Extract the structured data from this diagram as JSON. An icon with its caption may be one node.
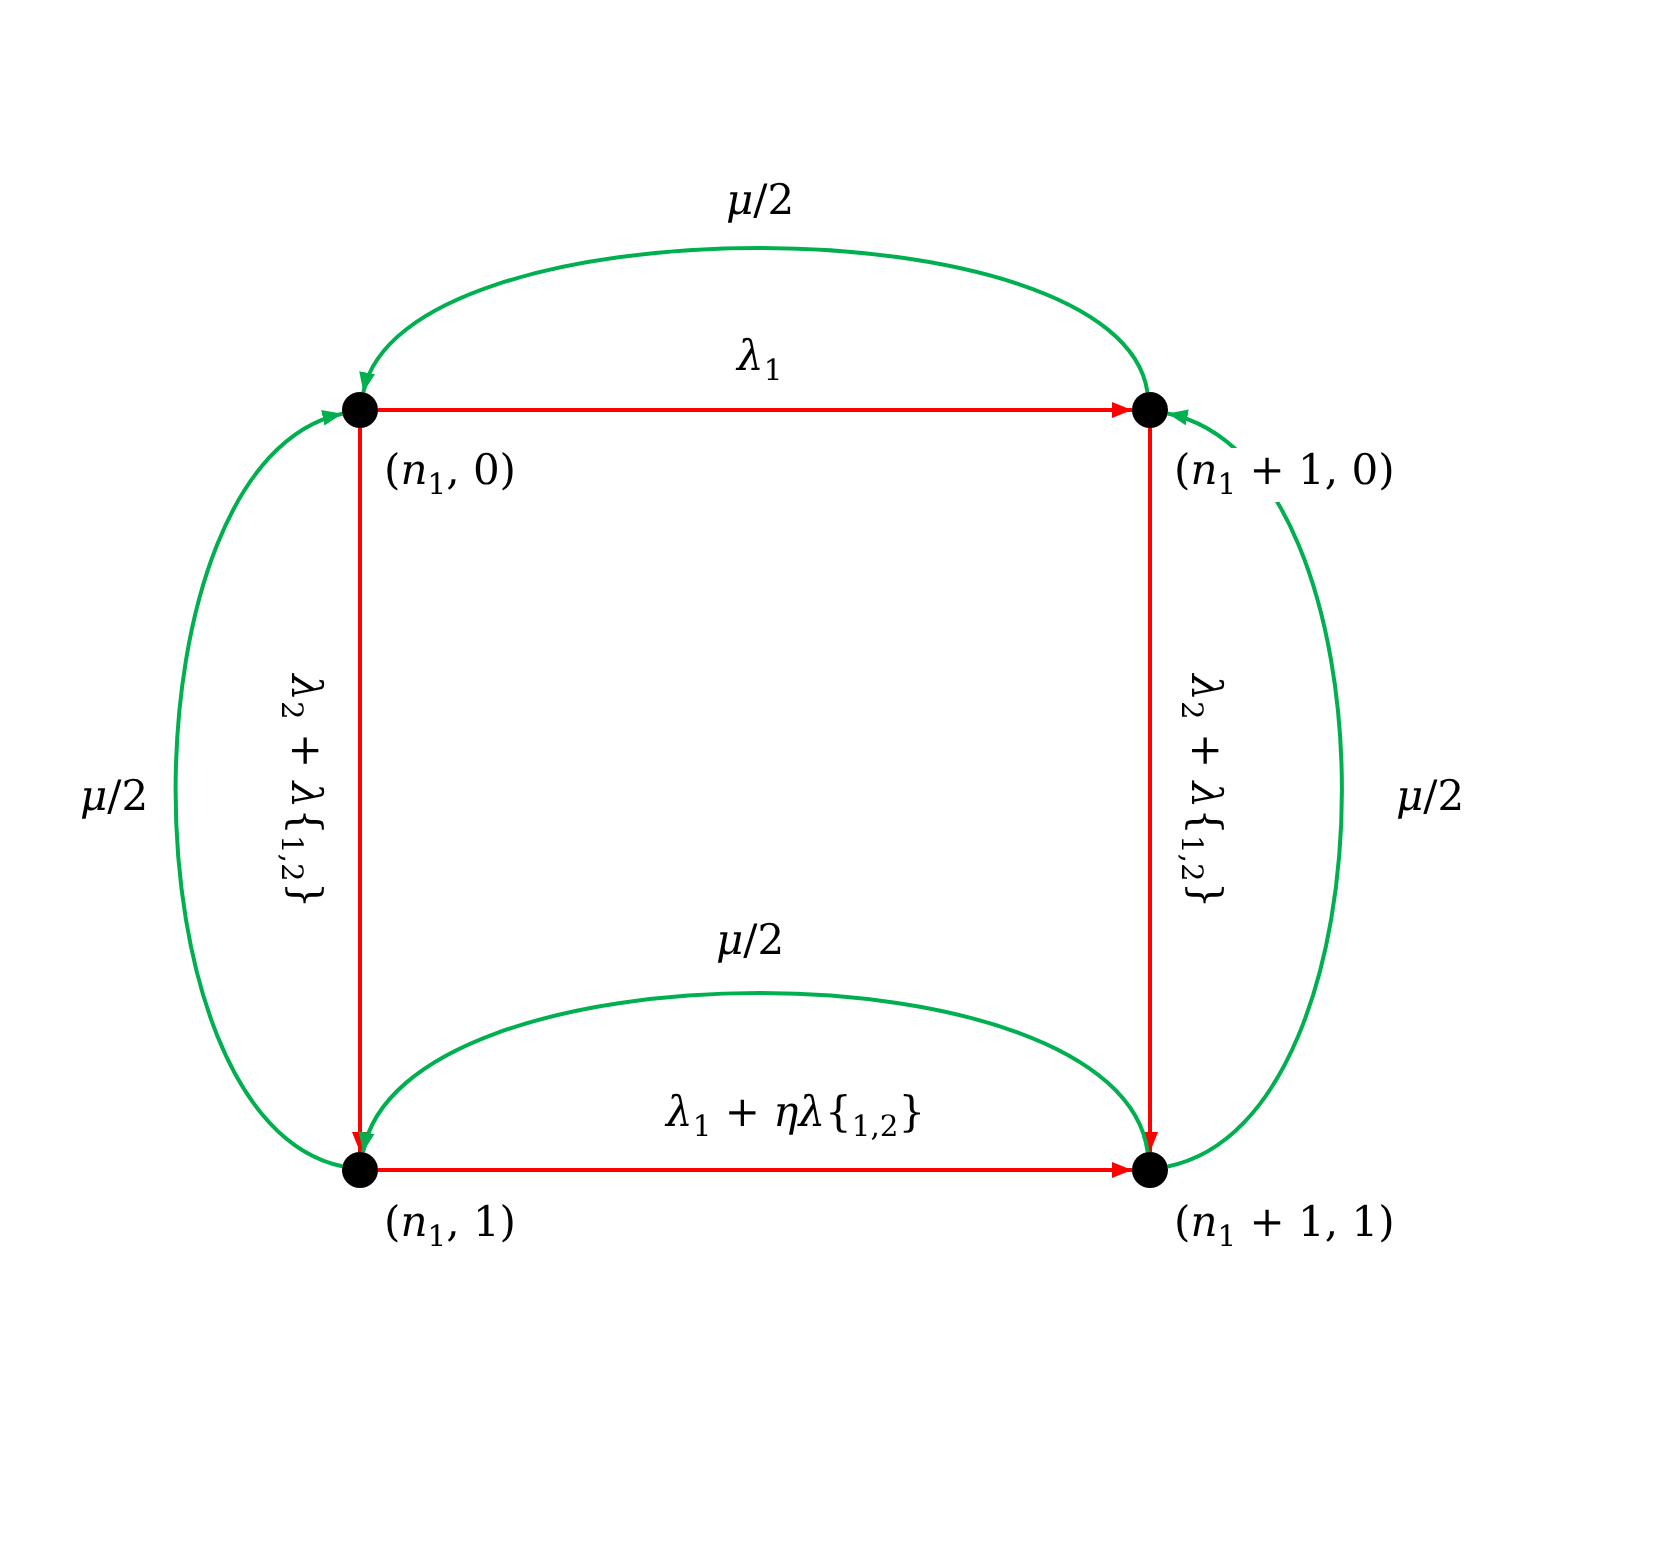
{
  "diagram": {
    "nodes": [
      {
        "text": [],
        "shape": "circle",
        "beside": [
          "(*n*$_{1}$, 0)"
        ]
      },
      {
        "text": [],
        "shape": "circle",
        "beside": [
          "(*n*$_{1}$ + 1, 0)"
        ]
      },
      {
        "text": [],
        "shape": "circle",
        "beside": [
          "(*n*$_{1}$, 1)"
        ]
      },
      {
        "text": [],
        "shape": "circle",
        "beside": [
          "(*n*$_{1}$ + 1, 1)"
        ]
      }
    ],
    "edges": [
      {
        "from": 0,
        "to": 1,
        "arrow": "to",
        "label": "*λ*$_{1}$",
        "color": "#ff0000"
      },
      {
        "from": 0,
        "to": 2,
        "arrow": "to",
        "label": "*λ*$_{2}$ + *λ*{$_{1,2}$}",
        "color": "#ff0000"
      },
      {
        "from": 1,
        "to": 3,
        "arrow": "to",
        "label": "*λ*$_{2}$ + *λ*{$_{1,2}$}",
        "color": "#ff0000"
      },
      {
        "from": 2,
        "to": 3,
        "arrow": "to",
        "label": "*λ*$_{1}$ + *ηλ*{$_{1,2}$}",
        "color": "#ff0000"
      },
      {
        "from": 1,
        "to": 0,
        "arrow": "to",
        "label": "*μ*/2",
        "color": "#00b050"
      },
      {
        "from": 2,
        "to": 0,
        "arrow": "to",
        "label": "*μ*/2",
        "color": "#00b050"
      },
      {
        "from": 3,
        "to": 2,
        "arrow": "to",
        "label": "*μ*/2",
        "color": "#00b050"
      },
      {
        "from": 3,
        "to": 1,
        "arrow": "to",
        "label": "*μ*/2",
        "color": "#00b050"
      }
    ]
  }
}
